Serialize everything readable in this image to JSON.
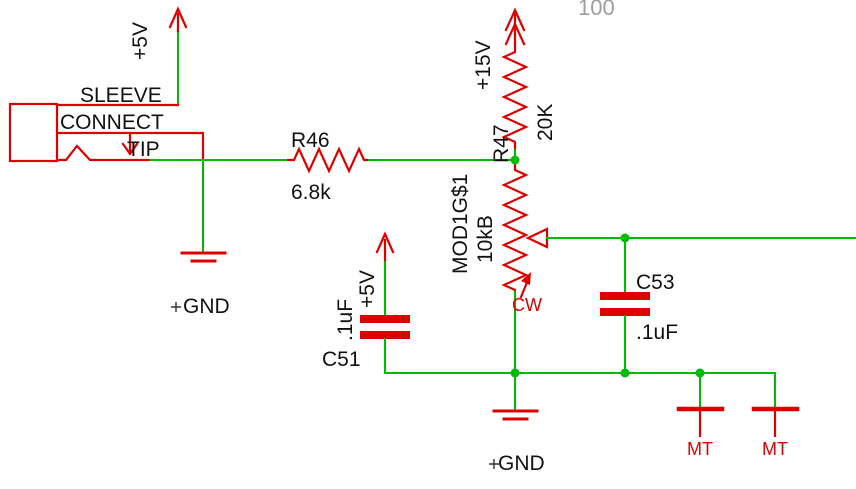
{
  "page": {
    "number": "100"
  },
  "jack": {
    "sleeve": "SLEEVE",
    "connect": "CONNECT",
    "tip": "TIP"
  },
  "power": {
    "v5_input": "+5V",
    "v15": "+15V",
    "v5_c51": "+5V"
  },
  "components": {
    "r46": {
      "ref": "R46",
      "value": "6.8k"
    },
    "r47": {
      "ref": "R47",
      "value": "20K"
    },
    "pot": {
      "ref": "MOD1G$1",
      "value": "10kB",
      "direction": "CW"
    },
    "c51": {
      "ref": "C51",
      "value": ".1uF"
    },
    "c53": {
      "ref": "C53",
      "value": ".1uF"
    },
    "mt_left": {
      "ref": "MT"
    },
    "mt_right": {
      "ref": "MT"
    }
  },
  "grounds": {
    "left": "GND",
    "center": "GND"
  },
  "colors": {
    "wire": "#00bc00",
    "symbol": "#dc0000",
    "text": "#111111",
    "muted": "#9e9e9e",
    "background": "#ffffff"
  }
}
